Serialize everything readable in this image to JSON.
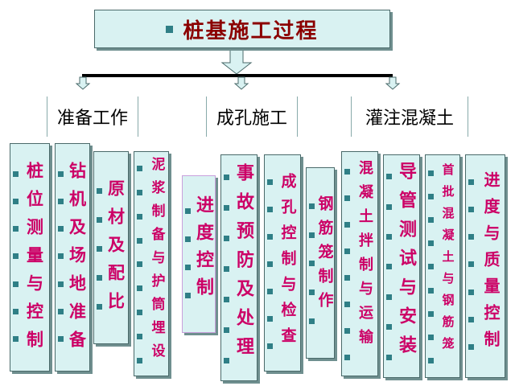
{
  "title": "桩基施工过程",
  "categories": [
    {
      "label": "准备工作"
    },
    {
      "label": "成孔施工"
    },
    {
      "label": "灌注混凝土"
    }
  ],
  "columns": [
    {
      "label": "桩位测量与控制"
    },
    {
      "label": "钻机及场地准备"
    },
    {
      "label": "原材及配比"
    },
    {
      "label": "泥浆制备与护筒埋设"
    },
    {
      "label": "进度控制"
    },
    {
      "label": "事故预防及处理"
    },
    {
      "label": "成孔控制与检查"
    },
    {
      "label": "钢筋笼制作"
    },
    {
      "label": "混凝土拌制与运输"
    },
    {
      "label": "导管测试与安装"
    },
    {
      "label": "首批混凝土与钢筋笼"
    },
    {
      "label": "进度与质量控制"
    }
  ],
  "colors": {
    "box_fill": "#d9f2f2",
    "column_text": "#cc0066",
    "title_text": "#8b0000",
    "bullet": "#2f7f86"
  }
}
